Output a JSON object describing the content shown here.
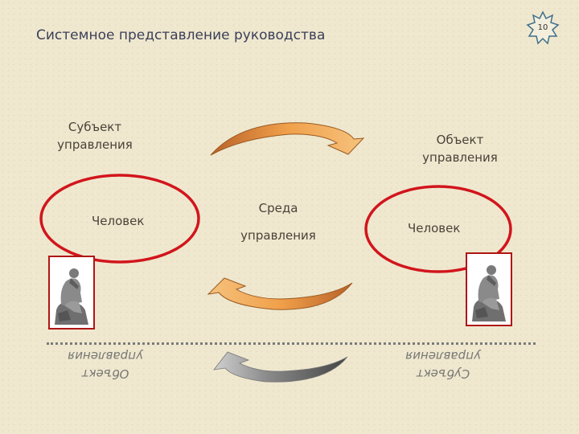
{
  "slide": {
    "title": "Системное представление руководства",
    "page_number": "10"
  },
  "left": {
    "heading_line1": "Субъект",
    "heading_line2": "управления",
    "node_label": "Человек",
    "mirror_line1": "Объект",
    "mirror_line2": "управления"
  },
  "right": {
    "heading_line1": "Объект",
    "heading_line2": "управления",
    "node_label": "Человек",
    "mirror_line1": "Субъект",
    "mirror_line2": "управления"
  },
  "middle": {
    "line1": "Среда",
    "line2": "управления"
  },
  "colors": {
    "ellipse_stroke": "#d2151c",
    "arrow_orange": "#e8913a",
    "arrow_gray": "#9a9a9a",
    "title_text": "#3b3f58"
  },
  "icons": {
    "thinker": "thinker-statue-icon",
    "page_badge": "star-badge-icon"
  }
}
